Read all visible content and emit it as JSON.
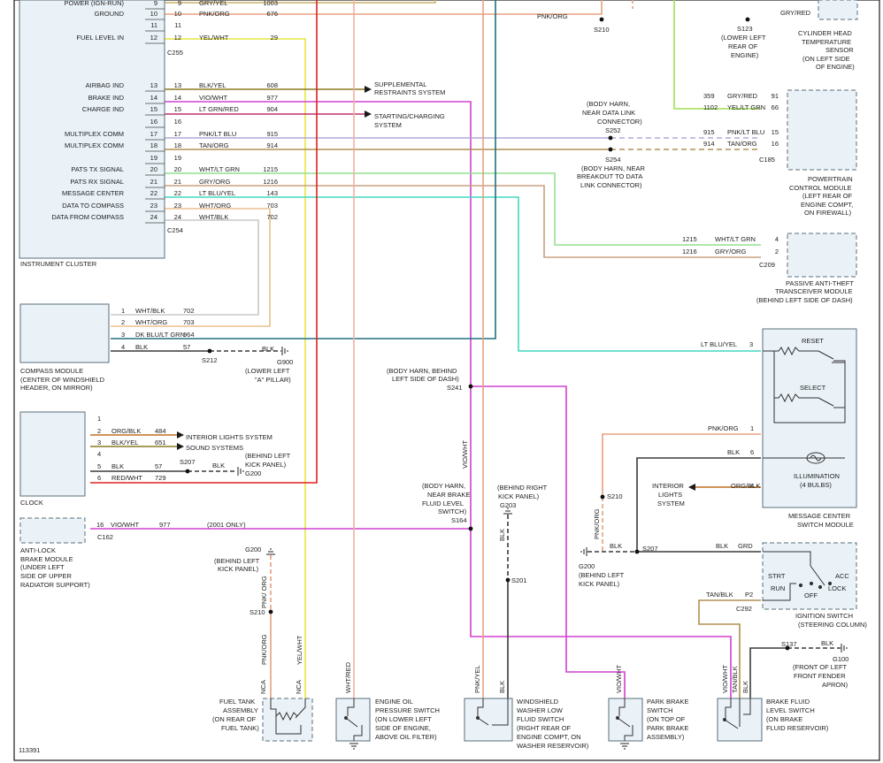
{
  "colors": {
    "gry_yel": "#c8b06a",
    "pnk_org": "#e8a080",
    "yel_wht": "#e6e640",
    "blk_yel": "#8a7a20",
    "vio_wht": "#d040d0",
    "lt_grn_red": "#c03070",
    "pnk_lt_blu": "#b0a8d8",
    "tan_org": "#b09050",
    "wht_lt_grn": "#90e090",
    "gry_org": "#c8a080",
    "lt_blu_yel": "#40d8c0",
    "wht_org": "#e8c090",
    "wht_blk": "#c8c8c8",
    "dk_blu_lt_grn": "#207080",
    "blk": "#3a3a3a",
    "org_blk": "#c07020",
    "red_wht": "#e02020",
    "wht_red": "#f0b0a0",
    "lt_grn_pnk": "#a0e050",
    "grn": "#60a060"
  },
  "cluster": {
    "name": "INSTRUMENT CLUSTER",
    "connector_upper": "C255",
    "connector_lower": "C254",
    "pins": [
      {
        "label": "POWER (IGN-RUN)",
        "pin": "9",
        "cpin": "9",
        "color": "GRY/YEL",
        "circuit": "1003"
      },
      {
        "label": "GROUND",
        "pin": "10",
        "cpin": "10",
        "color": "PNK/ORG",
        "circuit": "676"
      },
      {
        "label": "",
        "pin": "11",
        "cpin": "11",
        "color": "",
        "circuit": ""
      },
      {
        "label": "FUEL LEVEL IN",
        "pin": "12",
        "cpin": "12",
        "color": "YEL/WHT",
        "circuit": "29"
      },
      {
        "label": "AIRBAG IND",
        "pin": "13",
        "cpin": "13",
        "color": "BLK/YEL",
        "circuit": "608"
      },
      {
        "label": "BRAKE IND",
        "pin": "14",
        "cpin": "14",
        "color": "VIO/WHT",
        "circuit": "977"
      },
      {
        "label": "CHARGE IND",
        "pin": "15",
        "cpin": "15",
        "color": "LT GRN/RED",
        "circuit": "904"
      },
      {
        "label": "",
        "pin": "16",
        "cpin": "16",
        "color": "",
        "circuit": ""
      },
      {
        "label": "MULTIPLEX COMM",
        "pin": "17",
        "cpin": "17",
        "color": "PNK/LT BLU",
        "circuit": "915"
      },
      {
        "label": "MULTIPLEX COMM",
        "pin": "18",
        "cpin": "18",
        "color": "TAN/ORG",
        "circuit": "914"
      },
      {
        "label": "",
        "pin": "19",
        "cpin": "19",
        "color": "",
        "circuit": ""
      },
      {
        "label": "PATS TX SIGNAL",
        "pin": "20",
        "cpin": "20",
        "color": "WHT/LT GRN",
        "circuit": "1215"
      },
      {
        "label": "PATS RX SIGNAL",
        "pin": "21",
        "cpin": "21",
        "color": "GRY/ORG",
        "circuit": "1216"
      },
      {
        "label": "MESSAGE CENTER",
        "pin": "22",
        "cpin": "22",
        "color": "LT BLU/YEL",
        "circuit": "143"
      },
      {
        "label": "DATA TO COMPASS",
        "pin": "23",
        "cpin": "23",
        "color": "WHT/ORG",
        "circuit": "703"
      },
      {
        "label": "DATA FROM COMPASS",
        "pin": "24",
        "cpin": "24",
        "color": "WHT/BLK",
        "circuit": "702"
      }
    ]
  },
  "labels": {
    "srs": [
      "SUPPLEMENTAL",
      "RESTRAINTS SYSTEM"
    ],
    "charging": [
      "STARTING/CHARGING",
      "SYSTEM"
    ],
    "pnk_org_top": "PNK/ORG",
    "s210_top": "S210",
    "gry_red_top": "GRY/RED",
    "s123": [
      "S123",
      "(LOWER LEFT",
      "REAR OF",
      "ENGINE)"
    ],
    "cyl_head": [
      "CYLINDER HEAD",
      "TEMPERATURE",
      "SENSOR",
      "(ON LEFT SIDE",
      "OF ENGINE)"
    ],
    "s252_note": [
      "(BODY HARN,",
      "NEAR DATA LINK",
      "CONNECTOR)"
    ],
    "s252": "S252",
    "s254": "S254",
    "s254_note": [
      "(BODY HARN, NEAR",
      "BREAKOUT TO DATA",
      "LINK CONNECTOR)"
    ],
    "pcm_rows": [
      {
        "circuit": "359",
        "color": "GRY/RED",
        "pin": "91"
      },
      {
        "circuit": "1102",
        "color": "YEL/LT GRN",
        "pin": "66"
      },
      {
        "circuit": "915",
        "color": "PNK/LT BLU",
        "pin": "15"
      },
      {
        "circuit": "914",
        "color": "TAN/ORG",
        "pin": "16"
      }
    ],
    "pcm_conn": "C185",
    "pcm": [
      "POWERTRAIN",
      "CONTROL MODULE",
      "(LEFT REAR OF",
      "ENGINE COMPT,",
      "ON FIREWALL)"
    ],
    "pats_rows": [
      {
        "circuit": "1215",
        "color": "WHT/LT GRN",
        "pin": "4"
      },
      {
        "circuit": "1216",
        "color": "GRY/ORG",
        "pin": "2"
      }
    ],
    "pats_conn": "C209",
    "pats": [
      "PASSIVE ANTI-THEFT",
      "TRANSCEIVER MODULE",
      "(BEHIND LEFT SIDE OF DASH)"
    ],
    "compass_rows": [
      {
        "pin": "1",
        "color": "WHT/BLK",
        "circuit": "702"
      },
      {
        "pin": "2",
        "color": "WHT/ORG",
        "circuit": "703"
      },
      {
        "pin": "3",
        "color": "DK BLU/LT GRN",
        "circuit": "964"
      },
      {
        "pin": "4",
        "color": "BLK",
        "circuit": "57"
      }
    ],
    "compass_blk": "BLK",
    "s212": "S212",
    "g900": [
      "G900",
      "(LOWER LEFT",
      "\"A\" PILLAR)"
    ],
    "compass": [
      "COMPASS MODULE",
      "(CENTER OF WINDSHIELD",
      "HEADER, ON MIRROR)"
    ],
    "s241_note": [
      "(BODY HARN, BEHIND",
      "LEFT SIDE OF DASH)"
    ],
    "s241": "S241",
    "ltblu_yel": "LT BLU/YEL",
    "ltblu_pin": "3",
    "reset": "RESET",
    "select": "SELECT",
    "clock_rows": [
      {
        "pin": "1",
        "color": "",
        "circuit": ""
      },
      {
        "pin": "2",
        "color": "ORG/BLK",
        "circuit": "484"
      },
      {
        "pin": "3",
        "color": "BLK/YEL",
        "circuit": "651"
      },
      {
        "pin": "4",
        "color": "",
        "circuit": ""
      },
      {
        "pin": "5",
        "color": "BLK",
        "circuit": "57"
      },
      {
        "pin": "6",
        "color": "RED/WHT",
        "circuit": "729"
      }
    ],
    "int_lights": "INTERIOR LIGHTS SYSTEM",
    "sound": "SOUND SYSTEMS",
    "s207_left": "S207",
    "blk_left": "BLK",
    "kick_note": [
      "(BEHIND LEFT",
      "KICK PANEL)"
    ],
    "g200_left": "G200",
    "clock": "CLOCK",
    "vio_wht_vert": "VIO/WHT",
    "s164_note": [
      "(BODY HARN,",
      "NEAR BRAKE",
      "FLUID LEVEL",
      "SWITCH)"
    ],
    "s164": "S164",
    "g203_note": [
      "(BEHIND RIGHT",
      "KICK PANEL)"
    ],
    "g203": "G203",
    "blk_vert": "BLK",
    "s201": "S201",
    "abs_row": {
      "pin": "16",
      "color": "VIO/WHT",
      "circuit": "977",
      "note": "(2001 ONLY)"
    },
    "abs_conn": "C162",
    "abs": [
      "ANTI-LOCK",
      "BRAKE MODULE",
      "(UNDER LEFT",
      "SIDE OF UPPER",
      "RADIATOR SUPPORT)"
    ],
    "g200_fuel": "G200",
    "g200_fuel_note": [
      "(BEHIND LEFT",
      "KICK PANEL)"
    ],
    "pnk_org_v": "PNK/ ORG",
    "s210_fuel": "S210",
    "pnk_org_v2": "PNK/ORG",
    "yel_wht_v": "YEL/WHT",
    "nca1": "NCA",
    "nca2": "NCA",
    "fuel_tank": [
      "FUEL TANK",
      "ASSEMBLY",
      "(ON REAR OF",
      "FUEL TANK)"
    ],
    "wht_red_v": "WHT/RED",
    "oil": [
      "ENGINE OIL",
      "PRESSURE SWITCH",
      "(ON LOWER LEFT",
      "SIDE OF ENGINE,",
      "ABOVE OIL FILTER)"
    ],
    "pnk_yel_v": "PNK/YEL",
    "blk_v2": "BLK",
    "washer": [
      "WINDSHIELD",
      "WASHER LOW",
      "FLUID SWITCH",
      "(RIGHT REAR OF",
      "ENGINE COMPT, ON",
      "WASHER RESERVOIR)"
    ],
    "vio_wht_v2": "VIO/WHT",
    "park": [
      "PARK BRAKE",
      "SWITCH",
      "(ON TOP OF",
      "PARK BRAKE",
      "ASSEMBLY)"
    ],
    "mc_pnk_org": {
      "color": "PNK/ORG",
      "pin": "1"
    },
    "mc_blk": {
      "color": "BLK",
      "pin": "6"
    },
    "mc_orgblk": {
      "color": "ORG/BLK",
      "pin": "4"
    },
    "illum": [
      "ILLUMINATION",
      "(4 BULBS)"
    ],
    "int_lights2": [
      "INTERIOR",
      "LIGHTS",
      "SYSTEM"
    ],
    "s210_mid": "S210",
    "pnk_org_v3": "PNK/ORG",
    "blk_mid": "BLK",
    "s207_mid": "S207",
    "g200_mid": [
      "G200",
      "(BEHIND LEFT",
      "KICK PANEL)"
    ],
    "mc": [
      "MESSAGE CENTER",
      "SWITCH MODULE"
    ],
    "ign_blk": {
      "color": "BLK",
      "pin": "GRD"
    },
    "ign_tan": {
      "color": "TAN/BLK",
      "pin": "P2"
    },
    "ign_conn": "C292",
    "strt": "STRT",
    "run": "RUN",
    "off": "OFF",
    "acc": "ACC",
    "lock": "LOCK",
    "ign": [
      "IGNITION SWITCH",
      "(STEERING COLUMN)"
    ],
    "s137": "S137",
    "blk_g100": "BLK",
    "g100": [
      "G100",
      "(FRONT OF LEFT",
      "FRONT FENDER",
      "APRON)"
    ],
    "vio_wht_v3": "VIO/WHT",
    "tan_blk_v": "TAN/BLK",
    "blk_v3": "BLK",
    "bfl": [
      "BRAKE FLUID",
      "LEVEL SWITCH",
      "(ON BRAKE",
      "FLUID RESERVOIR)"
    ],
    "docnum": "113391"
  }
}
